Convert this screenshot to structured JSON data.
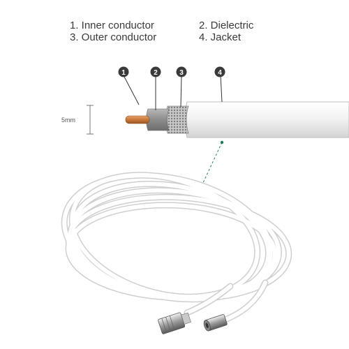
{
  "legend": {
    "item1": "1. Inner conductor",
    "item2": "2. Dielectric",
    "item3": "3. Outer conductor",
    "item4": "4. Jacket"
  },
  "markers": [
    "1",
    "2",
    "3",
    "4"
  ],
  "dimension_label": "5mm",
  "colors": {
    "marker_fill": "#3a3a3a",
    "copper": "#c8783a",
    "dielectric": "#8f8f8f",
    "braid": "#b5b5b5",
    "jacket": "#f1f1f1",
    "pointer_dot": "#1f7a5a",
    "text": "#3a3a3a"
  }
}
